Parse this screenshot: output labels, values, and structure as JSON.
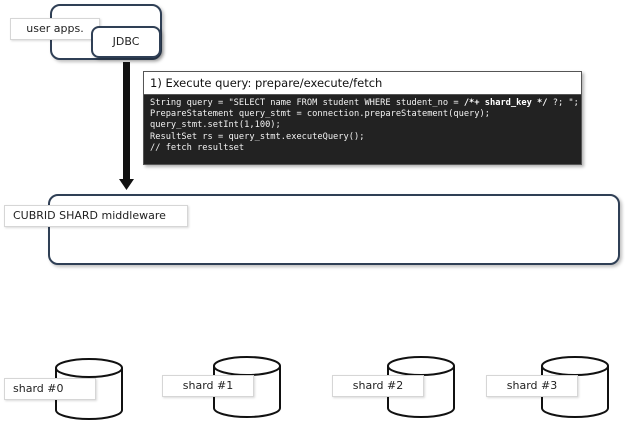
{
  "client": {
    "user_apps_label": "user apps.",
    "jdbc_label": "JDBC"
  },
  "execute": {
    "title": "1) Execute query: prepare/execute/fetch",
    "code": {
      "line1_pre": "String query = \"SELECT name FROM student WHERE student_no = ",
      "line1_hint": "/*+ shard_key */",
      "line1_post": " ?; \";",
      "line2": "PrepareStatement query_stmt = connection.prepareStatement(query);",
      "line3": "query_stmt.setInt(1,100);",
      "line4": "ResultSet rs = query_stmt.executeQuery();",
      "line5": "// fetch resultset"
    }
  },
  "middleware": {
    "label": "CUBRID SHARD middleware"
  },
  "shards": [
    {
      "label": "shard #0"
    },
    {
      "label": "shard #1"
    },
    {
      "label": "shard #2"
    },
    {
      "label": "shard #3"
    }
  ],
  "colors": {
    "border": "#2f3f55",
    "code_bg": "#222222",
    "arrow": "#111111"
  }
}
